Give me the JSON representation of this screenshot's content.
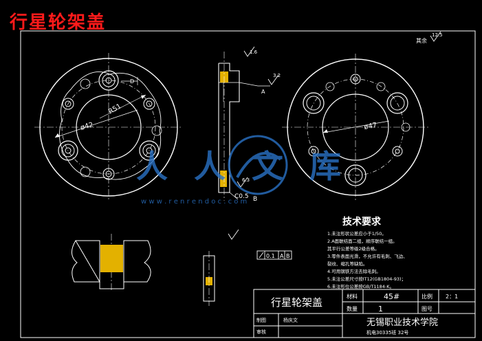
{
  "page_title": "行星轮架盖",
  "watermark": {
    "text": "人人文库",
    "url": "w w w . r e n r e n d o c . c o m"
  },
  "dimensions": {
    "left_diameter": "ø42",
    "left_radius": "R51",
    "right_diameter": "ø47",
    "section_label_d": "D",
    "section_label_a": "A",
    "section_label_b": "B",
    "chamfer": "C0.5",
    "tolerance_value": "0.1",
    "datum_a": "A",
    "datum_b": "B",
    "roughness_top": "1.6",
    "roughness_mid": "3.2",
    "roughness_bottom": "6.3",
    "roughness_other_label": "其余",
    "roughness_other_value": "12.5"
  },
  "tech_requirements": {
    "title": "技术要求",
    "items": [
      "1.未注形状公差应小于1/50。",
      "2.A面联结面二组，顺序联结一组。",
      "   其平行公差等级2级合格。",
      "3.零件表面光滑，不允许有毛刺、飞边、",
      "   裂纹、缩孔等缺陷。",
      "4.可用钢铁方法去除毛刺。",
      "5.未注公差尺寸按IT12(GB1804-93)；",
      "6.未注形位公差按GB/T1184-K。"
    ]
  },
  "title_block": {
    "part_name": "行星轮架盖",
    "material_label": "材料",
    "material_value": "45#",
    "scale_label": "比例",
    "scale_value": "2：1",
    "quantity_label": "数量",
    "quantity_value": "1",
    "drawing_no_label": "图号",
    "drawing_no_value": "",
    "drawer_label": "制图",
    "drawer_value": "杨庆文",
    "reviewer_label": "审核",
    "reviewer_value": "",
    "school": "无锡职业技术学院",
    "class_info": "机电30335班  32号"
  },
  "colors": {
    "background": "#000000",
    "lines": "#ffffff",
    "title": "#ff1a1a",
    "watermark": "#2a72c6"
  }
}
